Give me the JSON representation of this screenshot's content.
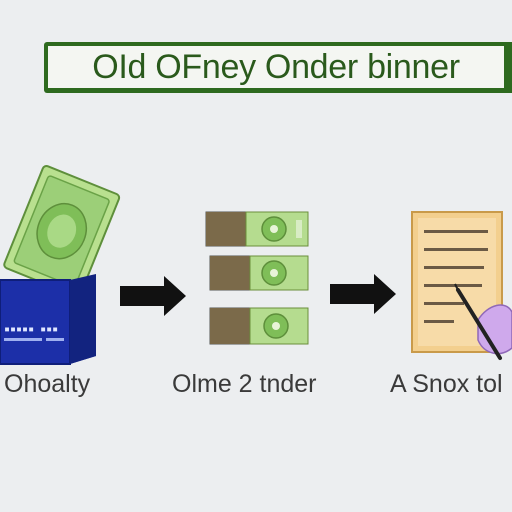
{
  "banner": {
    "title": "OId OFney Onder binner"
  },
  "steps": [
    {
      "caption": "Ohoalty",
      "box_label": "▪▪▪▪▪ ▪▪▪"
    },
    {
      "caption": "Olme 2 tnder"
    },
    {
      "caption": "A Snox tol"
    }
  ],
  "colors": {
    "banner_border": "#2e6a1f",
    "banner_text": "#2a5a1c",
    "cash_green": "#9ccf78",
    "box_blue": "#1c2fa8",
    "doc_orange": "#f3cf8e",
    "arrow": "#111111",
    "background": "#eceef0"
  }
}
